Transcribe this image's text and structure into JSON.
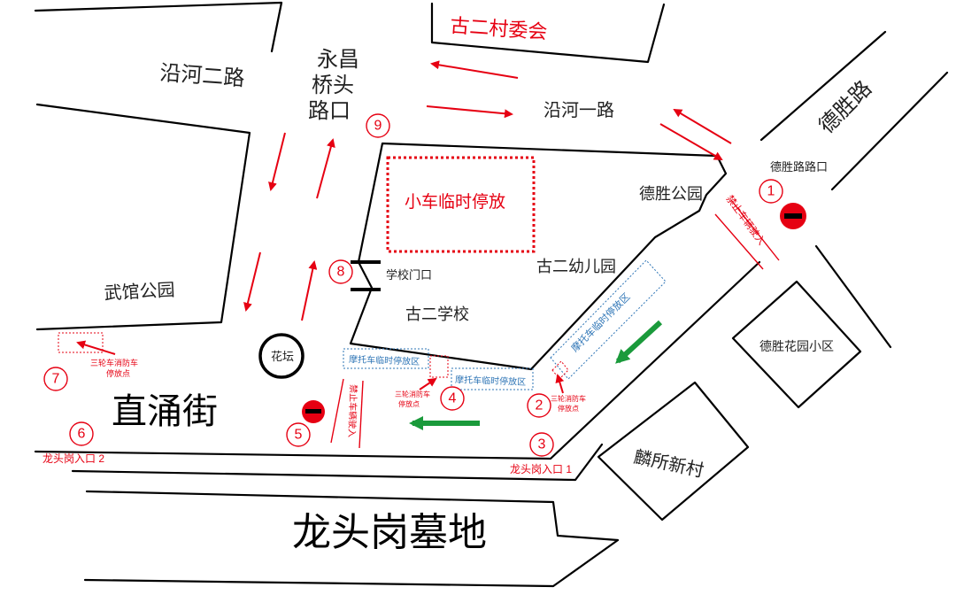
{
  "map": {
    "places": {
      "gu_er_cun_wei": "古二村委会",
      "yan_he_er_lu": "沿河二路",
      "yong_chang_1": "永昌",
      "yong_chang_2": "桥头",
      "yong_chang_3": "路口",
      "yan_he_yi_lu": "沿河一路",
      "de_sheng_lu": "德胜路",
      "de_sheng_lu_kou": "德胜路路口",
      "de_sheng_park": "德胜公园",
      "temp_car_parking": "小车临时停放",
      "school_gate": "学校门口",
      "kindergarten": "古二幼儿园",
      "school": "古二学校",
      "wu_guan_park": "武馆公园",
      "flower_bed": "花坛",
      "de_sheng_garden": "德胜花园小区",
      "zhi_yong_street": "直涌街",
      "lin_suo_village": "麟所新村",
      "cemetery": "龙头岗墓地",
      "lt_entrance_1": "龙头岗入口 1",
      "lt_entrance_2": "龙头岗入口 2"
    },
    "zones": {
      "moto_parking_diag": "摩托车临时停放区",
      "moto_parking_1": "摩托车临时停放区",
      "moto_parking_2": "摩托车临时停放区",
      "no_entry_1": "禁止车辆驶入",
      "no_entry_5": "禁止车辆驶入",
      "tricycle_fire_7a": "三轮车消防车",
      "tricycle_fire_7b": "停放点",
      "tricycle_4a": "三轮消防车",
      "tricycle_4b": "停放点",
      "tricycle_2a": "三轮消防车",
      "tricycle_2b": "停放点"
    },
    "markers": [
      "1",
      "2",
      "3",
      "4",
      "5",
      "6",
      "7",
      "8",
      "9"
    ],
    "colors": {
      "red": "#e60012",
      "green": "#1a9a3b",
      "blue": "#2e75b6",
      "black": "#000000"
    }
  }
}
